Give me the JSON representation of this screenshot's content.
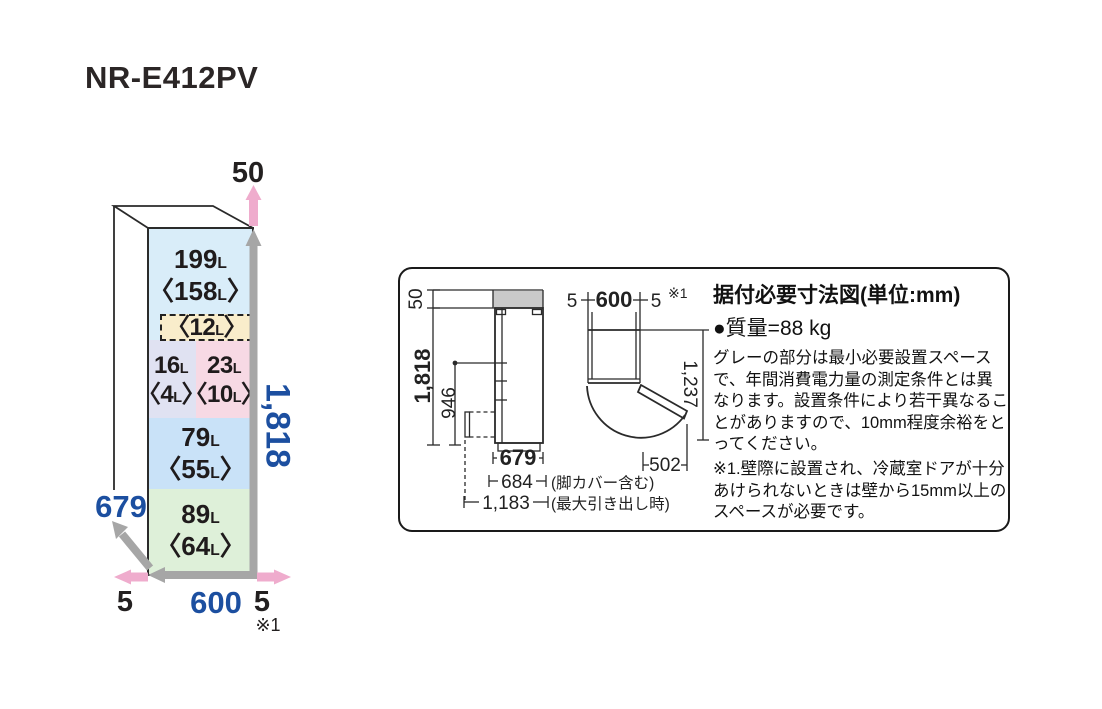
{
  "page": {
    "title": "NR-E412PV"
  },
  "colors": {
    "accent_blue": "#1c4fa0",
    "comp_main": "#d9edf9",
    "comp_partial": "#f9edcb",
    "comp_ice": "#e0e2f2",
    "comp_chilled": "#f7d9e4",
    "comp_freezer": "#c9e2f8",
    "comp_veg": "#def0d9",
    "arrow_pink": "#efaccd",
    "arrow_gray": "#a6a6a6",
    "drawing_gray": "#c9c9c9"
  },
  "fridge": {
    "labels": {
      "top_clearance": "50",
      "height": "1,818",
      "depth": "679",
      "width": "600",
      "gap_left": "5",
      "gap_right": "5",
      "note_ref": "※1"
    },
    "compartments": [
      {
        "name": "main",
        "line1": "199L",
        "line2": "〈158L〉"
      },
      {
        "name": "partial",
        "line1": "〈12L〉",
        "line2": ""
      },
      {
        "name": "ice",
        "line1": "16L",
        "line2": "〈4L〉"
      },
      {
        "name": "chilled",
        "line1": "23L",
        "line2": "〈10L〉"
      },
      {
        "name": "freezer",
        "line1": "79L",
        "line2": "〈55L〉"
      },
      {
        "name": "vegetable",
        "line1": "89L",
        "line2": "〈64L〉"
      }
    ]
  },
  "spec_box": {
    "title": "据付必要寸法図(単位:mm)",
    "weight": "●質量=88 kg",
    "body": "グレーの部分は最小必要設置スペースで、年間消費電力量の測定条件とは異なります。設置条件により若干異なることがありますので、10mm程度余裕をとってください。",
    "note": "※1.壁際に設置され、冷蔵室ドアが十分あけられないときは壁から15mm以上のスペースが必要です。",
    "side_view": {
      "top_clearance": "50",
      "height": "1,818",
      "drawer_top_height": "946",
      "depth": "679",
      "depth_with_cover": "684",
      "cover_note": "(脚カバー含む)",
      "depth_max_drawer": "1,183",
      "drawer_note": "(最大引き出し時)"
    },
    "top_view": {
      "gap_left": "5",
      "width": "600",
      "gap_right": "5",
      "note_ref": "※1",
      "door_open_depth": "1,237",
      "door_width": "502"
    }
  }
}
